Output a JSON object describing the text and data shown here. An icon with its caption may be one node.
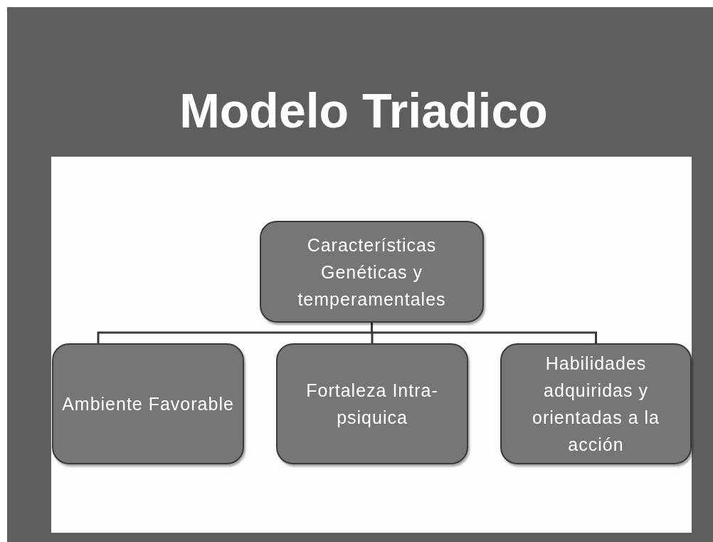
{
  "diagram": {
    "title": "Modelo Triadico",
    "nodes": [
      {
        "text": [
          "Características Genéticas y temperamentales"
        ]
      },
      {
        "text": [
          "Ambiente Favorable"
        ]
      },
      {
        "text": [
          "Fortaleza Intra-psiquica"
        ]
      },
      {
        "text": [
          "Habilidades adquiridas y orientadas a la acción"
        ]
      }
    ],
    "edges": [
      {
        "from": 0,
        "to": 1,
        "arrow": "none"
      },
      {
        "from": 0,
        "to": 2,
        "arrow": "none"
      },
      {
        "from": 0,
        "to": 3,
        "arrow": "none"
      }
    ]
  }
}
